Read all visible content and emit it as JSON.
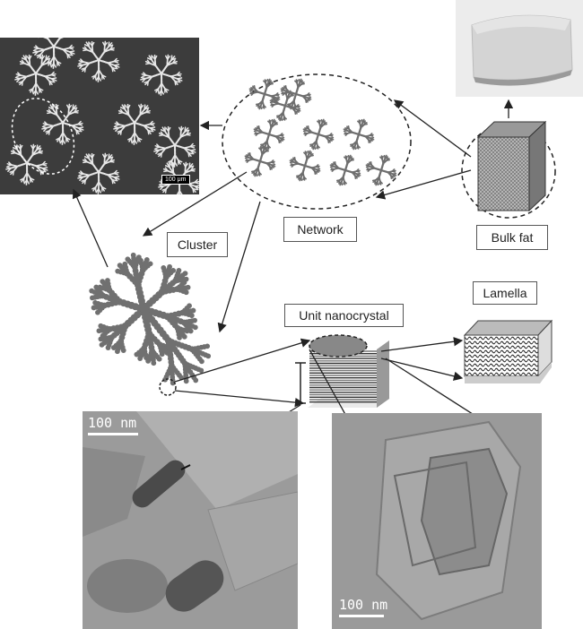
{
  "labels": {
    "network": "Network",
    "cluster": "Cluster",
    "bulk_fat": "Bulk fat",
    "lamella": "Lamella",
    "unit_nanocrystal": "Unit nanocrystal"
  },
  "scale_bars": {
    "micrograph": "100 μm",
    "tem_left": "100 nm",
    "tem_right": "100 nm"
  },
  "colors": {
    "crystal_gray": "#6e6e6e",
    "micrograph_bg": "#3a3a3a",
    "tem_bg": "#9a9a9a"
  }
}
